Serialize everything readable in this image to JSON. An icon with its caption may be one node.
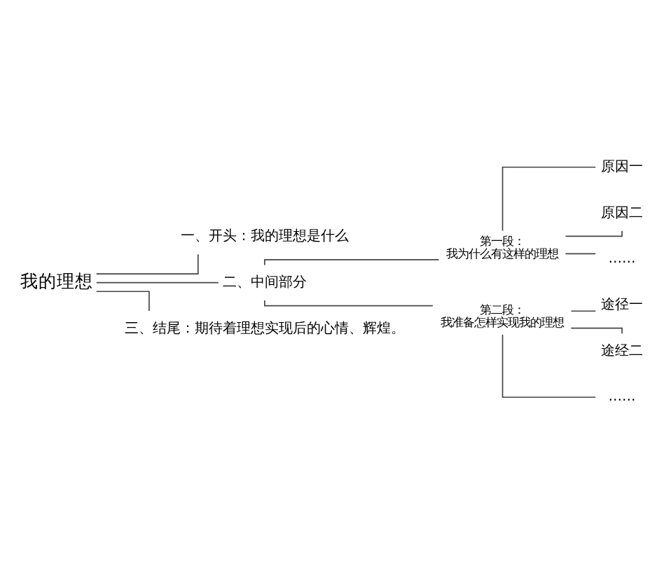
{
  "diagram": {
    "nodes": [
      {
        "text": [
          "我的理想"
        ]
      },
      {
        "text": [
          "一、开头：我的理想是什么"
        ]
      },
      {
        "text": [
          "二、中间部分"
        ]
      },
      {
        "text": [
          "第一段：",
          "我为什么有这样的理想"
        ]
      },
      {
        "text": [
          "原因一"
        ]
      },
      {
        "text": [
          "原因二"
        ]
      },
      {
        "text": [
          "……"
        ]
      },
      {
        "text": [
          "第二段：",
          "我准备怎样实现我的理想"
        ]
      },
      {
        "text": [
          "途径一"
        ]
      },
      {
        "text": [
          "途经二"
        ]
      },
      {
        "text": [
          "……"
        ]
      },
      {
        "text": [
          "三、结尾：期待着理想实现后的心情、辉煌。"
        ]
      }
    ],
    "edges": [
      {
        "from": 0,
        "to": 1,
        "arrow": "none"
      },
      {
        "from": 0,
        "to": 2,
        "arrow": "none"
      },
      {
        "from": 0,
        "to": 11,
        "arrow": "none"
      },
      {
        "from": 2,
        "to": 3,
        "arrow": "none"
      },
      {
        "from": 2,
        "to": 7,
        "arrow": "none"
      },
      {
        "from": 3,
        "to": 4,
        "arrow": "none"
      },
      {
        "from": 3,
        "to": 5,
        "arrow": "none"
      },
      {
        "from": 3,
        "to": 6,
        "arrow": "none"
      },
      {
        "from": 7,
        "to": 8,
        "arrow": "none"
      },
      {
        "from": 7,
        "to": 9,
        "arrow": "none"
      },
      {
        "from": 7,
        "to": 10,
        "arrow": "none"
      }
    ]
  }
}
